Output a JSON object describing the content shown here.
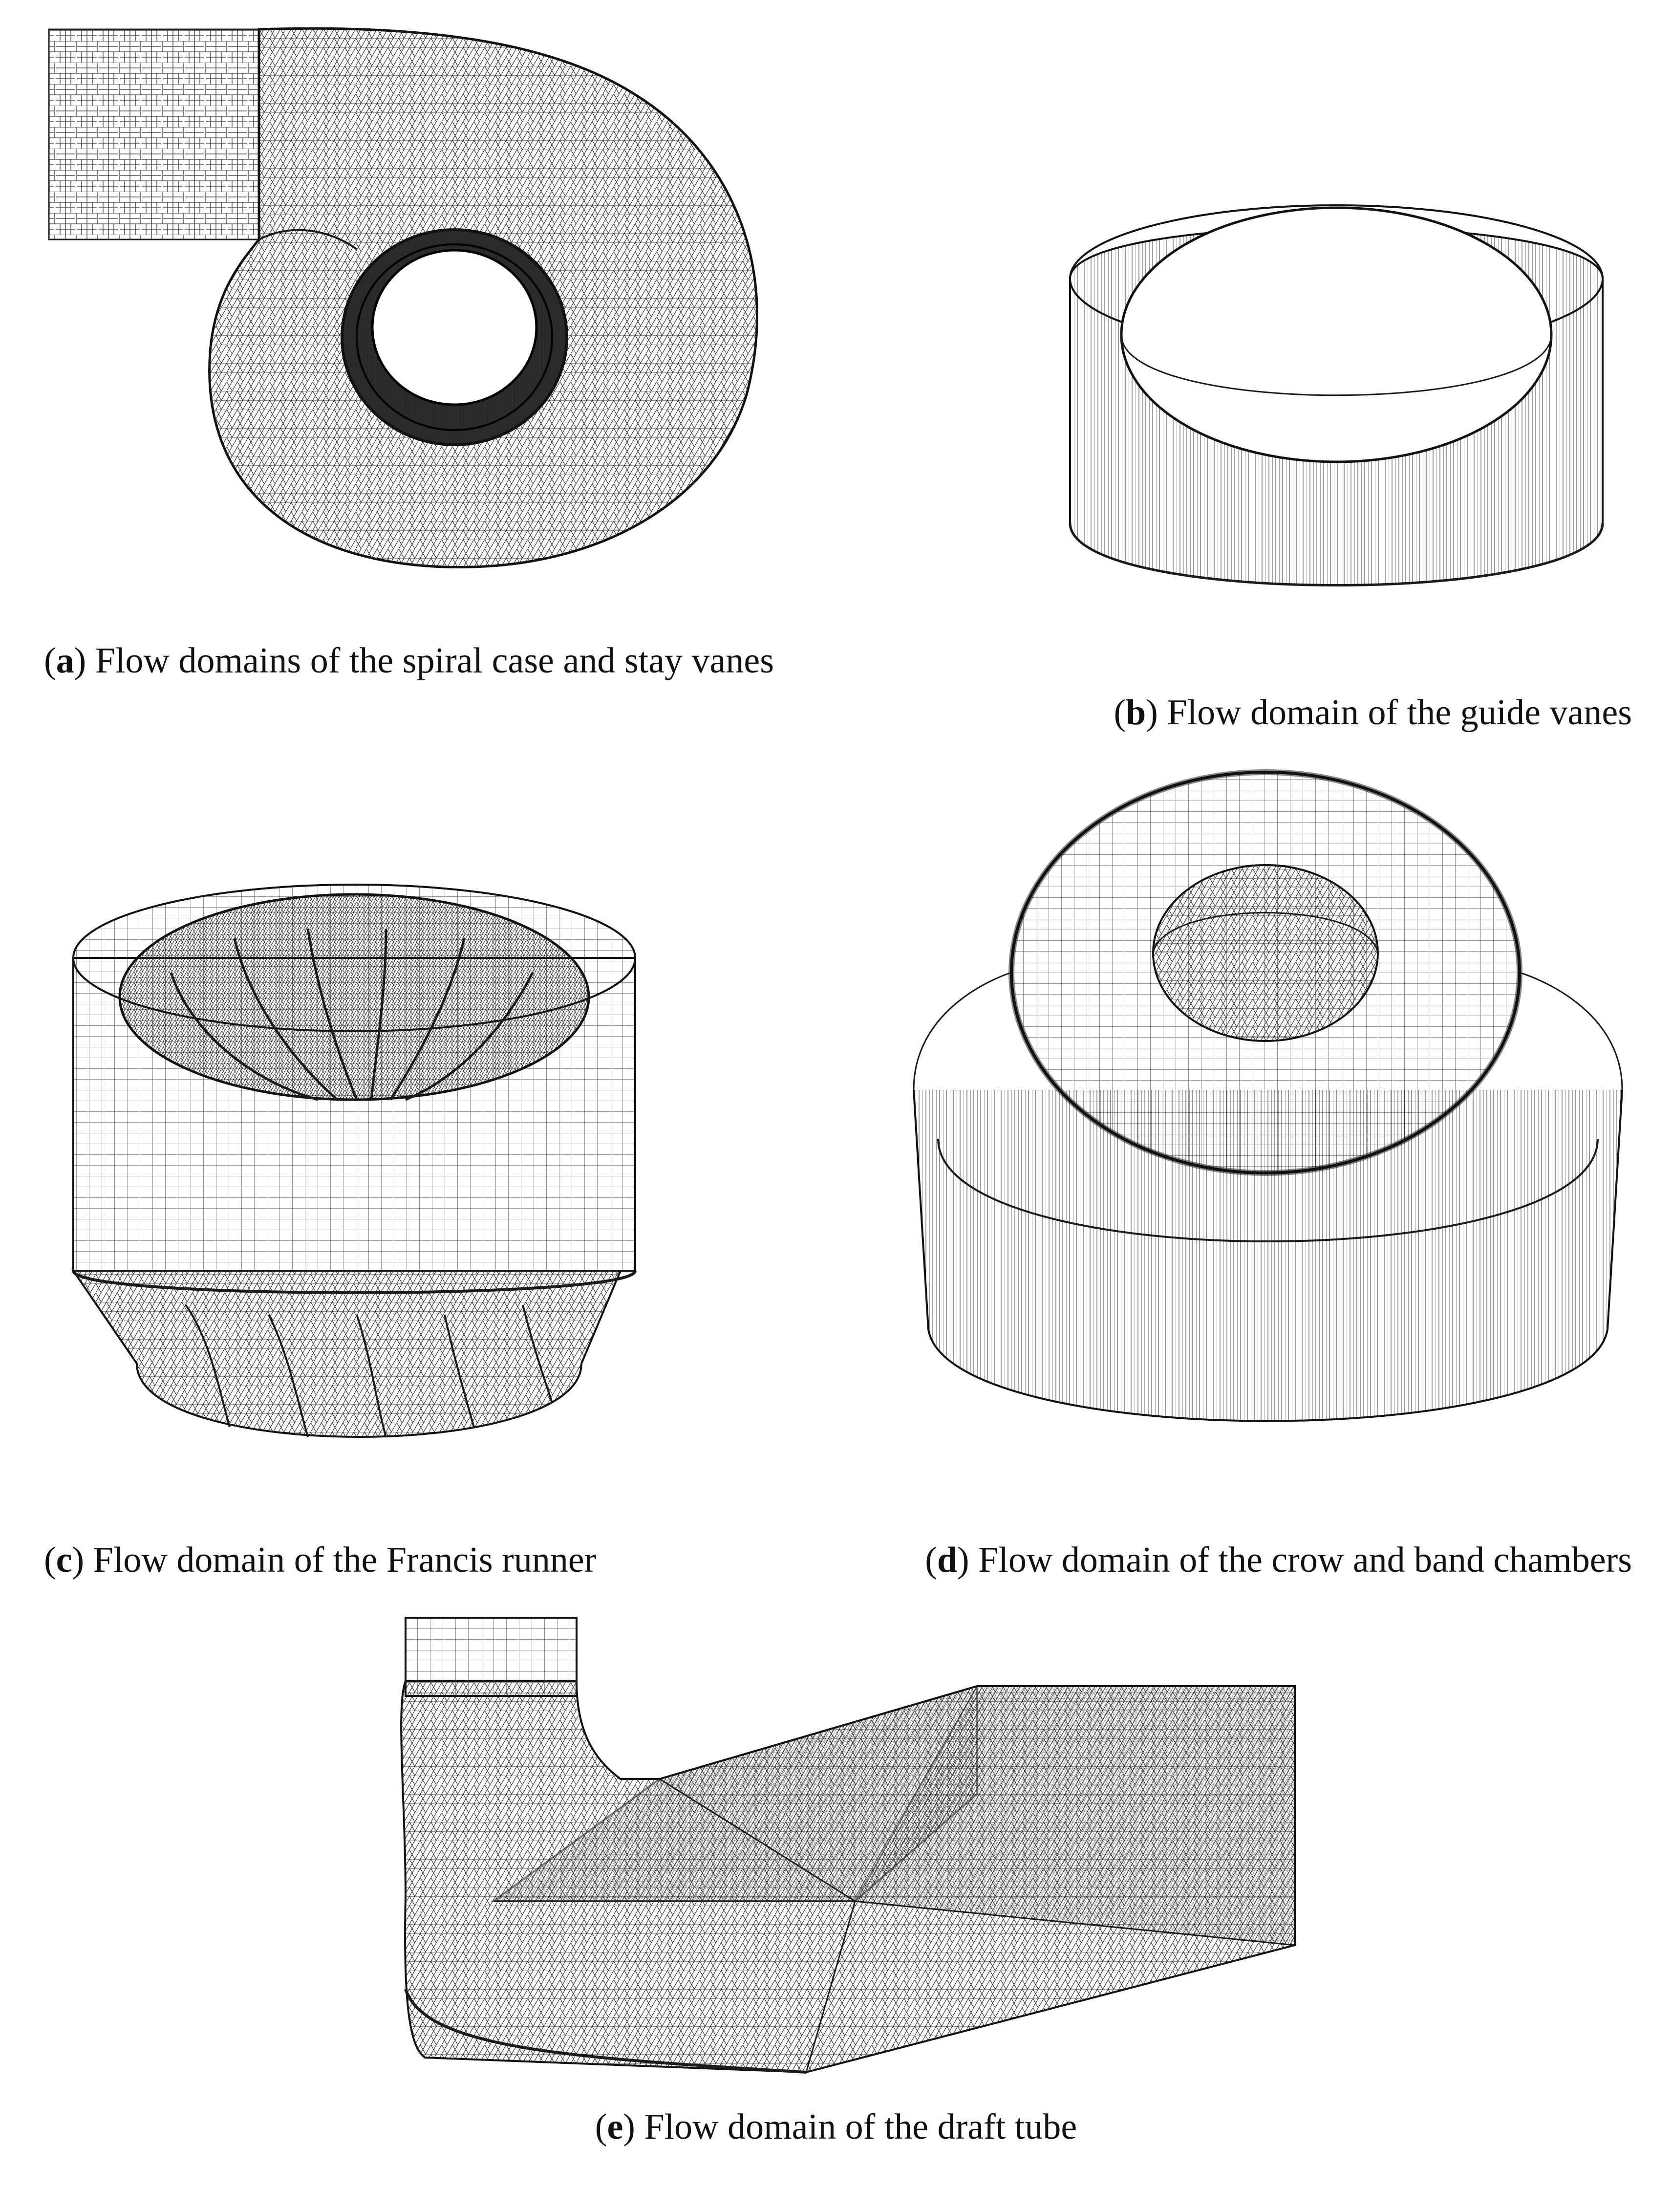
{
  "figure": {
    "panels": [
      {
        "id": "a",
        "letter": "a",
        "text": "Flow domains of the spiral case and stay vanes"
      },
      {
        "id": "b",
        "letter": "b",
        "text": "Flow domain of the guide vanes"
      },
      {
        "id": "c",
        "letter": "c",
        "text": "Flow domain of the Francis runner"
      },
      {
        "id": "d",
        "letter": "d",
        "text": "Flow domain of the crow and band chambers"
      },
      {
        "id": "e",
        "letter": "e",
        "text": "Flow domain of the draft tube"
      }
    ]
  },
  "style": {
    "line_color": "#1a1a1a",
    "background": "#ffffff"
  }
}
